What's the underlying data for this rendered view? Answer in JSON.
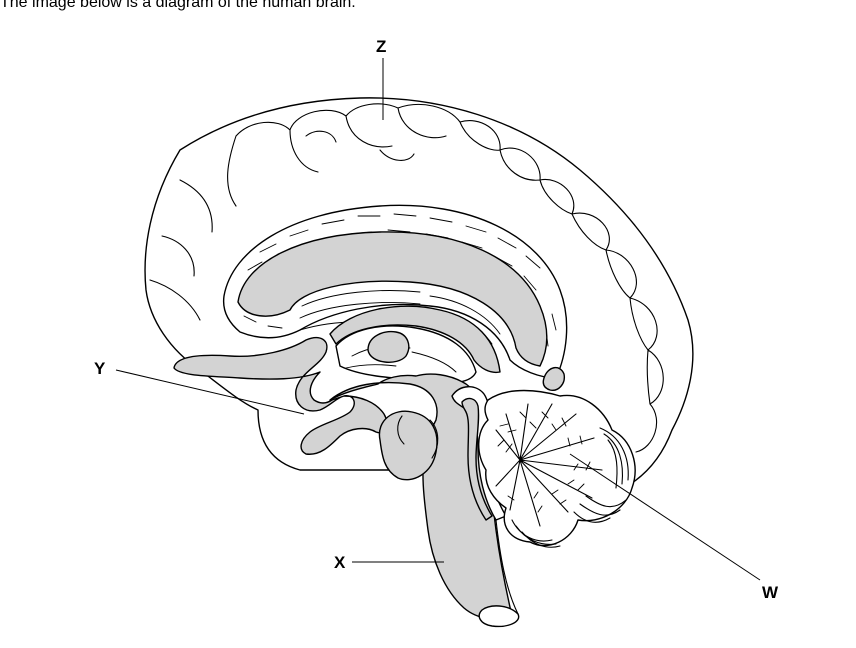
{
  "caption": "The image below is a diagram of the human brain.",
  "labels": {
    "z": "Z",
    "y": "Y",
    "x": "X",
    "w": "W"
  }
}
